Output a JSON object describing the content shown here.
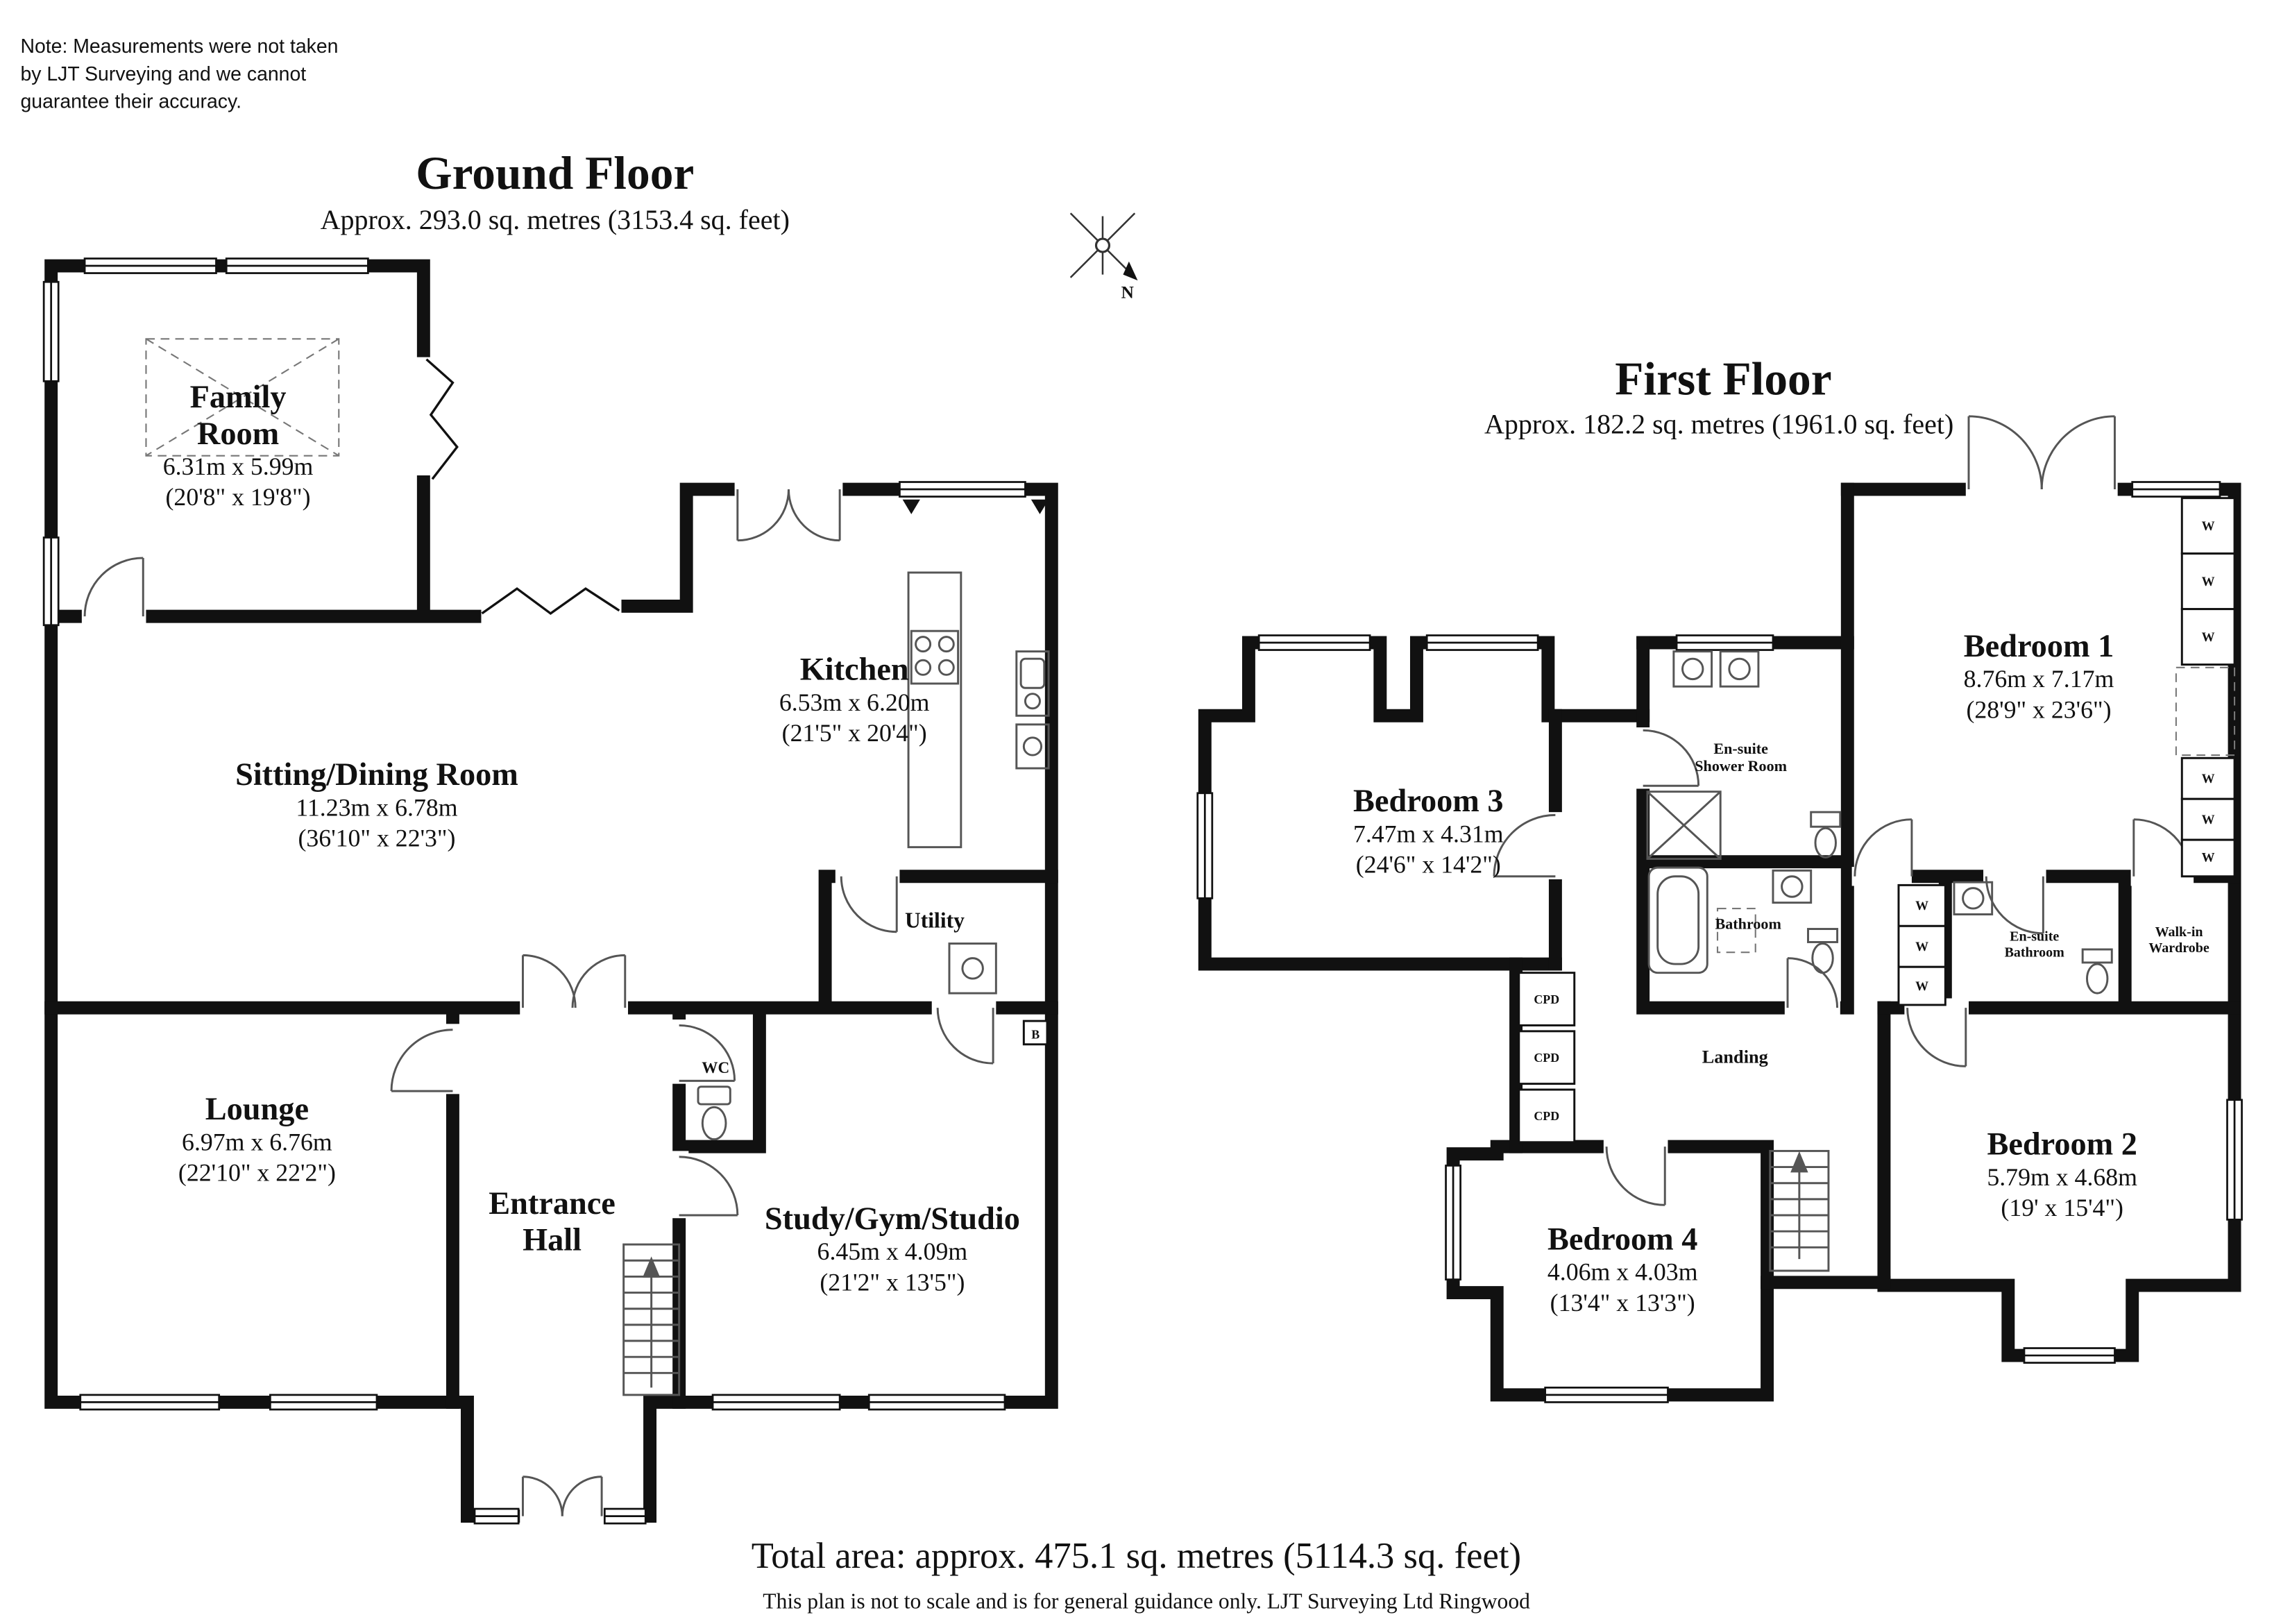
{
  "note": {
    "line1": "Note: Measurements were not taken",
    "line2": "by LJT Surveying and we cannot",
    "line3": "guarantee their accuracy."
  },
  "ground_floor": {
    "title": "Ground Floor",
    "subtitle": "Approx. 293.0 sq. metres (3153.4 sq. feet)",
    "rooms": {
      "family_room": {
        "name": "Family Room",
        "metric": "6.31m x 5.99m",
        "imperial": "(20'8\" x 19'8\")"
      },
      "sitting_dining": {
        "name": "Sitting/Dining Room",
        "metric": "11.23m x 6.78m",
        "imperial": "(36'10\" x 22'3\")"
      },
      "kitchen": {
        "name": "Kitchen",
        "metric": "6.53m x 6.20m",
        "imperial": "(21'5\" x 20'4\")"
      },
      "utility": {
        "name": "Utility"
      },
      "lounge": {
        "name": "Lounge",
        "metric": "6.97m x 6.76m",
        "imperial": "(22'10\" x 22'2\")"
      },
      "entrance_hall": {
        "name": "Entrance Hall"
      },
      "wc": {
        "name": "WC"
      },
      "study": {
        "name": "Study/Gym/Studio",
        "metric": "6.45m x 4.09m",
        "imperial": "(21'2\" x 13'5\")"
      }
    }
  },
  "first_floor": {
    "title": "First Floor",
    "subtitle": "Approx. 182.2 sq. metres (1961.0 sq. feet)",
    "rooms": {
      "bedroom1": {
        "name": "Bedroom 1",
        "metric": "8.76m x 7.17m",
        "imperial": "(28'9\" x 23'6\")"
      },
      "bedroom2": {
        "name": "Bedroom 2",
        "metric": "5.79m x 4.68m",
        "imperial": "(19' x 15'4\")"
      },
      "bedroom3": {
        "name": "Bedroom 3",
        "metric": "7.47m x 4.31m",
        "imperial": "(24'6\" x 14'2\")"
      },
      "bedroom4": {
        "name": "Bedroom 4",
        "metric": "4.06m x 4.03m",
        "imperial": "(13'4\" x 13'3\")"
      },
      "ensuite_shower": {
        "name": "En-suite Shower Room"
      },
      "bathroom": {
        "name": "Bathroom"
      },
      "ensuite_bathroom": {
        "name": "En-suite Bathroom"
      },
      "walkin_wardrobe": {
        "name": "Walk-in Wardrobe"
      },
      "landing": {
        "name": "Landing"
      }
    }
  },
  "markers": {
    "wardrobe": "W",
    "cupboard": "CPD",
    "boiler": "B",
    "compass_north": "N"
  },
  "footer": {
    "total_area": "Total area: approx. 475.1 sq. metres (5114.3 sq. feet)",
    "disclaimer": "This plan is not to scale and is for general guidance only. LJT Surveying Ltd Ringwood"
  },
  "colors": {
    "wall": "#111111",
    "fixture": "#555555",
    "background": "#ffffff"
  }
}
